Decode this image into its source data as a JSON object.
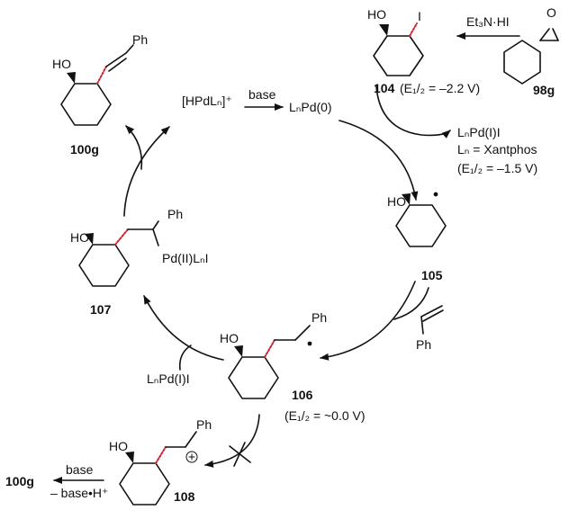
{
  "reagents": {
    "et3n_hi": "Et₃N·HI",
    "base_top": "base",
    "ln_pd_i_right": "LₙPd(I)I",
    "ln_def": "Lₙ = Xantphos",
    "e_pd": "(E₁/₂ = –1.5 V)",
    "ln_pd_i_bottom": "LₙPd(I)I",
    "base_bottom": "base",
    "minus_base_h": "– base•H⁺"
  },
  "species": {
    "hpd": "[HPdLₙ]⁺",
    "lnpd0": "LₙPd(0)",
    "pd2": "Pd(II)LₙI"
  },
  "atoms": {
    "ho": "HO",
    "i": "I",
    "ph": "Ph",
    "o_epox": "O",
    "plus": "+"
  },
  "compounds": {
    "c98g": "98g",
    "c104": "104",
    "c105": "105",
    "c106": "106",
    "c107": "107",
    "c108": "108",
    "c100g": "100g",
    "c100g_product": "100g"
  },
  "potentials": {
    "e104": "(E₁/₂ = –2.2 V)",
    "e106": "(E₁/₂ = ~0.0 V)"
  }
}
